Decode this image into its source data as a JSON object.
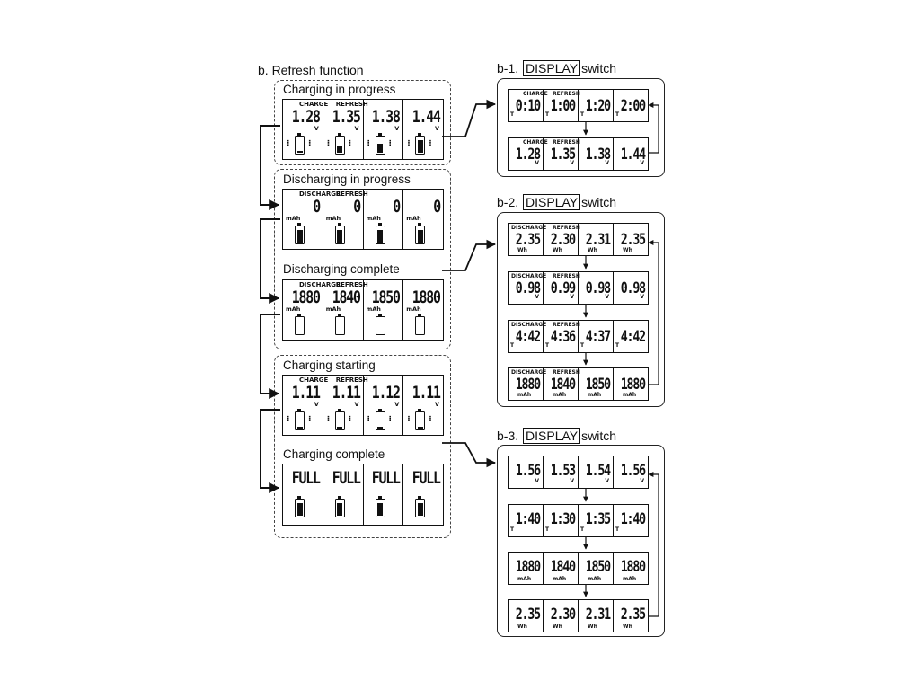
{
  "heading": "b. Refresh function",
  "labels": {
    "charge": "CHARGE",
    "discharge": "DISCHARGE",
    "dis": "DIS",
    "refresh": "REFRESH"
  },
  "units": {
    "v": "V",
    "mah": "mAh",
    "wh": "Wh",
    "t": "T"
  },
  "stages": [
    {
      "label": "Charging in progress",
      "top": "CHARGE",
      "values": [
        "1.28",
        "1.35",
        "1.38",
        "1.44"
      ],
      "unit": "v",
      "battery": [
        0.15,
        0.5,
        0.6,
        0.85
      ],
      "charging_indicator": true
    },
    {
      "label": "Discharging in progress",
      "top": "DISCHARGE",
      "values": [
        "0",
        "0",
        "0",
        "0"
      ],
      "unit": "mah",
      "battery": [
        0.9,
        0.9,
        0.9,
        0.9
      ],
      "charging_indicator": false
    },
    {
      "label": "Discharging complete",
      "top": "DISCHARGE",
      "values": [
        "1880",
        "1840",
        "1850",
        "1880"
      ],
      "unit": "mah",
      "battery": [
        0,
        0,
        0,
        0
      ],
      "charging_indicator": false
    },
    {
      "label": "Charging starting",
      "top": "CHARGE",
      "values": [
        "1.11",
        "1.11",
        "1.12",
        "1.11"
      ],
      "unit": "v",
      "battery": [
        0.15,
        0.15,
        0.15,
        0.15
      ],
      "charging_indicator": true
    },
    {
      "label": "Charging complete",
      "top": "",
      "values": [
        "FULL",
        "FULL",
        "FULL",
        "FULL"
      ],
      "unit": "",
      "battery": [
        0.9,
        0.9,
        0.9,
        0.9
      ],
      "charging_indicator": false
    }
  ],
  "panels": [
    {
      "prefix": "b-1.",
      "boxed": "DISPLAY",
      "suffix": "switch",
      "screens": [
        {
          "top": "CHARGE",
          "values": [
            "0:10",
            "1:00",
            "1:20",
            "2:00"
          ],
          "unit": "t"
        },
        {
          "top": "CHARGE",
          "values": [
            "1.28",
            "1.35",
            "1.38",
            "1.44"
          ],
          "unit": "v"
        }
      ]
    },
    {
      "prefix": "b-2.",
      "boxed": "DISPLAY",
      "suffix": "switch",
      "screens": [
        {
          "top": "DISCHARGE",
          "values": [
            "2.35",
            "2.30",
            "2.31",
            "2.35"
          ],
          "unit": "wh"
        },
        {
          "top": "DISCHARGE",
          "values": [
            "0.98",
            "0.99",
            "0.98",
            "0.98"
          ],
          "unit": "v"
        },
        {
          "top": "DISCHARGE",
          "values": [
            "4:42",
            "4:36",
            "4:37",
            "4:42"
          ],
          "unit": "t"
        },
        {
          "top": "DISCHARGE",
          "values": [
            "1880",
            "1840",
            "1850",
            "1880"
          ],
          "unit": "mah"
        }
      ]
    },
    {
      "prefix": "b-3.",
      "boxed": "DISPLAY",
      "suffix": "switch",
      "screens": [
        {
          "top": "",
          "values": [
            "1.56",
            "1.53",
            "1.54",
            "1.56"
          ],
          "unit": "v"
        },
        {
          "top": "",
          "values": [
            "1:40",
            "1:30",
            "1:35",
            "1:40"
          ],
          "unit": "t"
        },
        {
          "top": "",
          "values": [
            "1880",
            "1840",
            "1850",
            "1880"
          ],
          "unit": "mah"
        },
        {
          "top": "",
          "values": [
            "2.35",
            "2.30",
            "2.31",
            "2.35"
          ],
          "unit": "wh"
        }
      ]
    }
  ]
}
